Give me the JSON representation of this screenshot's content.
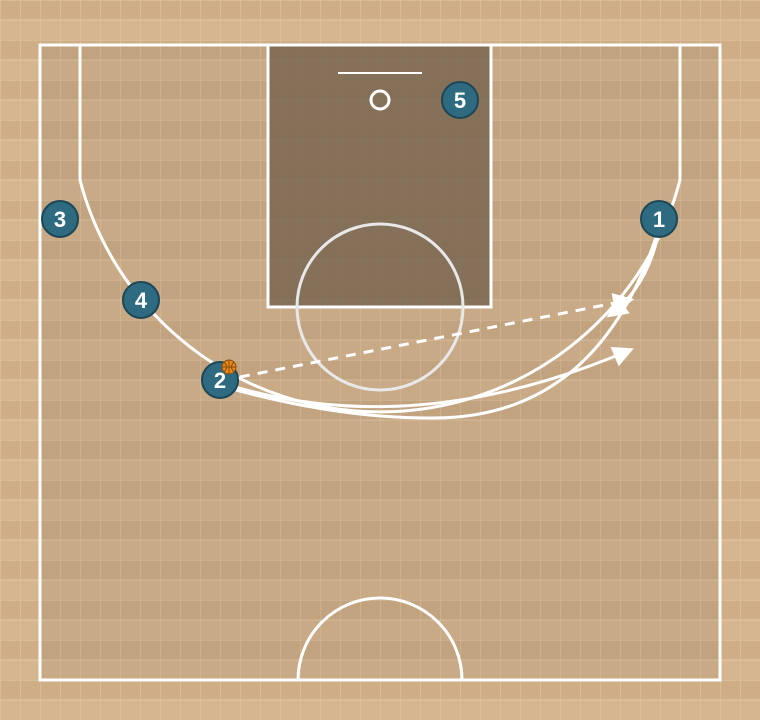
{
  "colors": {
    "wood_light": "#d5b58f",
    "wood_dark": "#c9a77f",
    "grid_line": "#e3cbaa",
    "lines": "#ffffff",
    "paint": "#6f5e49",
    "player": "#2e6a80",
    "player_border": "#1d4656",
    "ball": "#e68a1a"
  },
  "players": [
    {
      "id": "1",
      "label": "1",
      "role": "offense"
    },
    {
      "id": "2",
      "label": "2",
      "role": "offense",
      "has_ball": true
    },
    {
      "id": "3",
      "label": "3",
      "role": "offense"
    },
    {
      "id": "4",
      "label": "4",
      "role": "offense"
    },
    {
      "id": "5",
      "label": "5",
      "role": "offense"
    }
  ],
  "actions": [
    {
      "type": "pass",
      "from": "2",
      "to": "1",
      "style": "dashed"
    },
    {
      "type": "cut",
      "from": "2",
      "style": "solid-arrow"
    },
    {
      "type": "cut",
      "from": "1",
      "style": "solid-arrow"
    }
  ],
  "icons": {
    "ball": "basketball-icon",
    "hoop": "hoop-icon"
  }
}
